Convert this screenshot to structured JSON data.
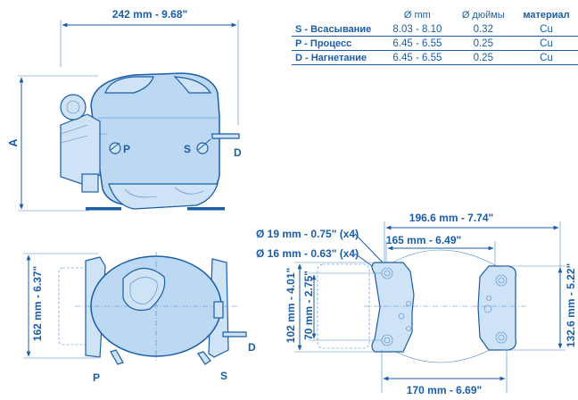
{
  "dimensions": {
    "width_top": "242 mm - 9.68\"",
    "height_label": "A",
    "depth_bottom_left": "162 mm - 6.37\"",
    "outer_mount_width": "196.6 mm - 7.74\"",
    "inner_mount_width": "165 mm - 6.49\"",
    "hole_19": "Ø 19 mm - 0.75\" (x4)",
    "hole_16": "Ø 16 mm - 0.63\" (x4)",
    "mount_depth_102": "102 mm - 4.01\"",
    "mount_depth_70": "70 mm - 2.75\"",
    "mount_depth_132": "132.6 mm - 5.22\"",
    "base_width_170": "170 mm - 6.69\""
  },
  "connectors": {
    "p": "P",
    "s": "S",
    "d": "D"
  },
  "table": {
    "headers": [
      "",
      "Ø mm",
      "Ø дюймы",
      "материал"
    ],
    "rows": [
      {
        "label": "S - Всасывание",
        "mm": "8.03 - 8.10",
        "in": "0.32",
        "mat": "Cu"
      },
      {
        "label": "P - Процесс",
        "mm": "6.45 - 6.55",
        "in": "0.25",
        "mat": "Cu"
      },
      {
        "label": "D - Нагнетание",
        "mm": "6.45 - 6.55",
        "in": "0.25",
        "mat": "Cu"
      }
    ]
  },
  "colors": {
    "line": "#1a5ea8",
    "fill": "#bcd8f2"
  }
}
